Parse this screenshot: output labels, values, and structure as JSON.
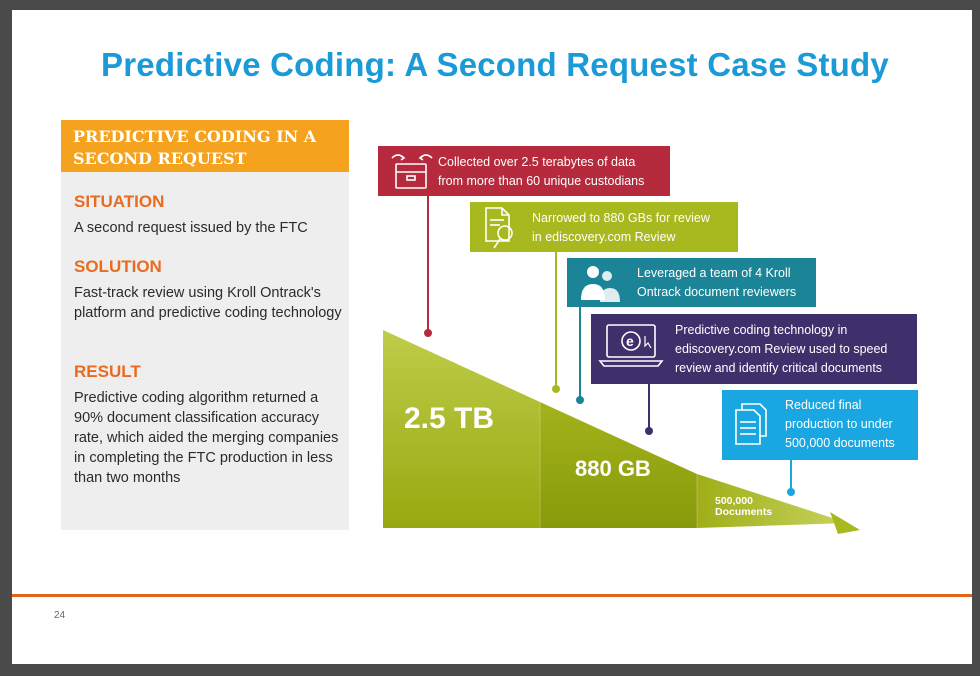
{
  "title": "Predictive Coding: A Second Request Case Study",
  "panel": {
    "header": "PREDICTIVE CODING IN A SECOND REQUEST",
    "situation_heading": "SITUATION",
    "situation_text": "A second request issued by the FTC",
    "solution_heading": "SOLUTION",
    "solution_text": "Fast-track review using Kroll Ontrack's platform and predictive coding technology",
    "result_heading": "RESULT",
    "result_text": "Predictive coding algorithm returned a 90% document classification accuracy rate, which aided the merging companies in completing the FTC production in less than two months"
  },
  "steps": [
    {
      "line1": "Collected over 2.5 terabytes of data",
      "line2": "from more than 60 unique custodians",
      "icon": "box-archive-icon",
      "color": "#b52a3c"
    },
    {
      "line1": "Narrowed to 880 GBs for review",
      "line2": "in ediscovery.com Review",
      "icon": "document-search-icon",
      "color": "#a8b81f"
    },
    {
      "line1": "Leveraged a team of 4 Kroll",
      "line2": "Ontrack document reviewers",
      "icon": "team-icon",
      "color": "#1b8597"
    },
    {
      "line1": "Predictive coding technology in",
      "line2": "ediscovery.com Review used to speed",
      "line3": "review and identify critical documents",
      "icon": "laptop-icon",
      "color": "#3f2f6b"
    },
    {
      "line1": "Reduced final",
      "line2": "production to under",
      "line3": "500,000 documents",
      "icon": "documents-icon",
      "color": "#1aa6e0"
    }
  ],
  "volumes": {
    "v1": "2.5 TB",
    "v2": "880 GB",
    "v3_line1": "500,000",
    "v3_line2": "Documents"
  },
  "page_number": "24",
  "colors": {
    "title": "#1a9ad6",
    "accent_orange": "#ea6b1f",
    "header_orange": "#f5a21f",
    "wedge_green": "#a8b81f"
  }
}
